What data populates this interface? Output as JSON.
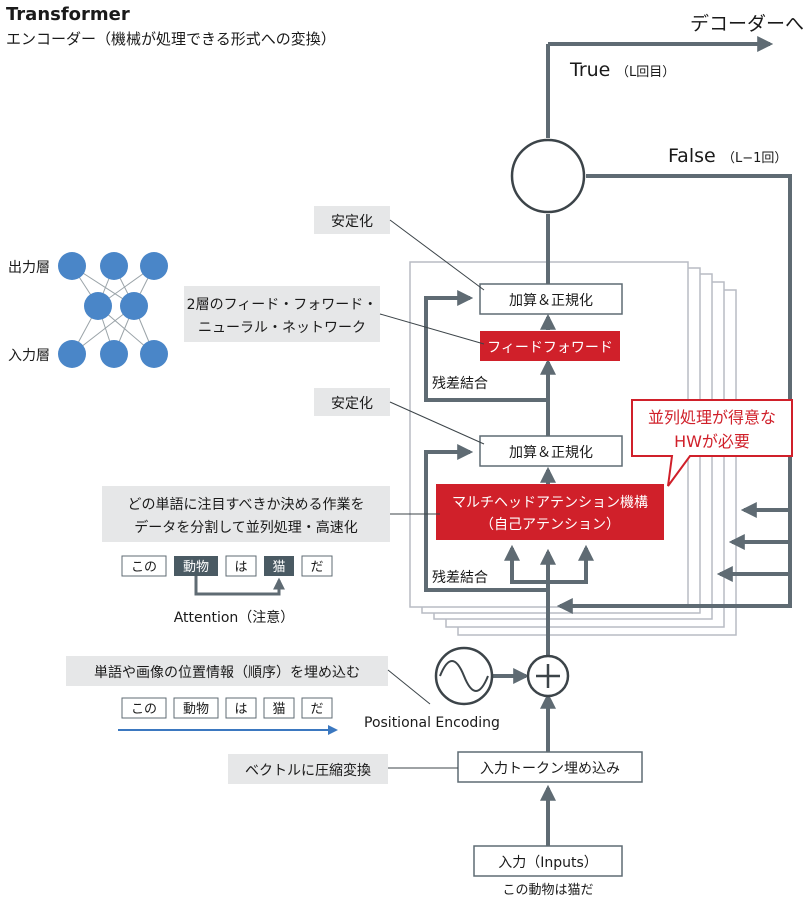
{
  "header": {
    "title": "Transformer",
    "subtitle": "エンコーダー（機械が処理できる形式への変換）"
  },
  "outputs": {
    "to_decoder": "デコーダーへ",
    "true_label": "True",
    "true_note": "（L回目）",
    "false_label": "False",
    "false_note": "（L−1回）"
  },
  "nn": {
    "output_layer": "出力層",
    "input_layer": "入力層"
  },
  "blocks": {
    "add_norm": "加算＆正規化",
    "feed_forward": "フィードフォワード",
    "mha_line1": "マルチヘッドアテンション機構",
    "mha_line2": "（自己アテンション）",
    "residual": "残差結合",
    "token_embed": "入力トークン埋め込み",
    "inputs": "入力（Inputs）",
    "input_example": "この動物は猫だ",
    "positional": "Positional Encoding"
  },
  "callouts": {
    "stabilize": "安定化",
    "ffn_line1": "2層のフィード・フォワード・",
    "ffn_line2": "ニューラル・ネットワーク",
    "attn_line1": "どの単語に注目すべきか決める作業を",
    "attn_line2": "データを分割して並列処理・高速化",
    "pos_desc": "単語や画像の位置情報（順序）を埋め込む",
    "vector": "ベクトルに圧縮変換",
    "hw_line1": "並列処理が得意な",
    "hw_line2": "HWが必要"
  },
  "tokens": [
    "この",
    "動物",
    "は",
    "猫",
    "だ"
  ],
  "attention_label": "Attention（注意）",
  "colors": {
    "accent_red": "#d0202a",
    "flow_gray": "#5f6b73",
    "callout_bg": "#e6e7e8",
    "node_blue": "#4a86c8",
    "arrow_blue": "#3b78c0"
  }
}
